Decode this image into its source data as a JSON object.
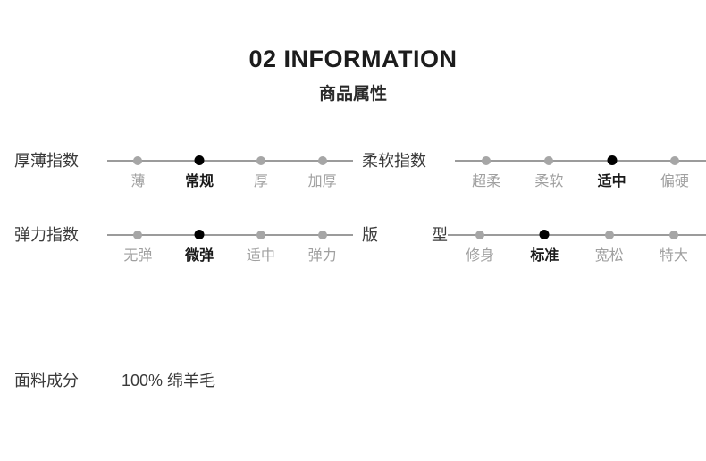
{
  "header": {
    "title": "02 INFORMATION",
    "subtitle": "商品属性"
  },
  "colors": {
    "background": "#ffffff",
    "text_dark": "#3a3a3a",
    "text_title": "#1c1c1c",
    "track": "#9b9b9b",
    "dot_inactive": "#a6a6a6",
    "dot_active": "#000000",
    "option_inactive": "#a0a0a0",
    "option_active": "#1a1a1a"
  },
  "attributes": [
    {
      "label": "厚薄指数",
      "label_style": "normal",
      "options": [
        "薄",
        "常规",
        "厚",
        "加厚"
      ],
      "selected_index": 1,
      "selected_value": "常规"
    },
    {
      "label": "柔软指数",
      "label_style": "normal",
      "options": [
        "超柔",
        "柔软",
        "适中",
        "偏硬"
      ],
      "selected_index": 2,
      "selected_value": "适中"
    },
    {
      "label": "弹力指数",
      "label_style": "normal",
      "options": [
        "无弹",
        "微弹",
        "适中",
        "弹力"
      ],
      "selected_index": 1,
      "selected_value": "微弹"
    },
    {
      "label": "版型",
      "label_style": "spaced",
      "options": [
        "修身",
        "标准",
        "宽松",
        "特大"
      ],
      "selected_index": 1,
      "selected_value": "标准"
    }
  ],
  "fabric": {
    "label": "面料成分",
    "value": "100% 绵羊毛"
  }
}
